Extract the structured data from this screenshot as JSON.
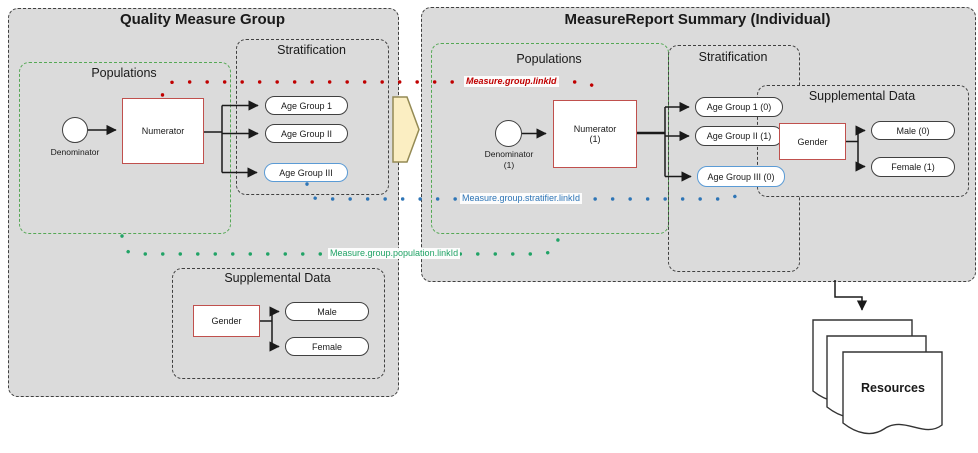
{
  "quality_measure_group": {
    "title": "Quality Measure Group",
    "populations": {
      "label": "Populations",
      "denominator": "Denominator",
      "numerator": "Numerator"
    },
    "stratification": {
      "label": "Stratification",
      "age_groups": [
        "Age Group 1",
        "Age Group II",
        "Age Group III"
      ]
    },
    "supplemental_data": {
      "label": "Supplemental Data",
      "stratifier": "Gender",
      "values": [
        "Male",
        "Female"
      ]
    }
  },
  "measure_report": {
    "title": "MeasureReport Summary (Individual)",
    "populations": {
      "label": "Populations",
      "denominator": "Denominator",
      "denominator_count": "(1)",
      "numerator": "Numerator",
      "numerator_count": "(1)"
    },
    "stratification": {
      "label": "Stratification",
      "age_groups": [
        "Age Group 1 (0)",
        "Age Group II (1)",
        "Age Group III (0)"
      ]
    },
    "supplemental_data": {
      "label": "Supplemental Data",
      "stratifier": "Gender",
      "values": [
        "Male (0)",
        "Female (1)"
      ]
    }
  },
  "link_annotations": {
    "group_linkid": "Measure.group.linkId",
    "stratifier_linkid": "Measure.group.stratifier.linkId",
    "population_linkid": "Measure.group.population.linkId"
  },
  "resources": {
    "label": "Resources"
  },
  "colors": {
    "group_background": "#dbdbdb",
    "red_trail": "#c00000",
    "red_box_border": "#c0504d",
    "green_trail": "#21a366",
    "green_container_border": "#55a855",
    "blue_trail": "#2e75b6",
    "blue_box_border": "#5b9bd5",
    "flow_arrow_fill": "#fbeec2"
  }
}
